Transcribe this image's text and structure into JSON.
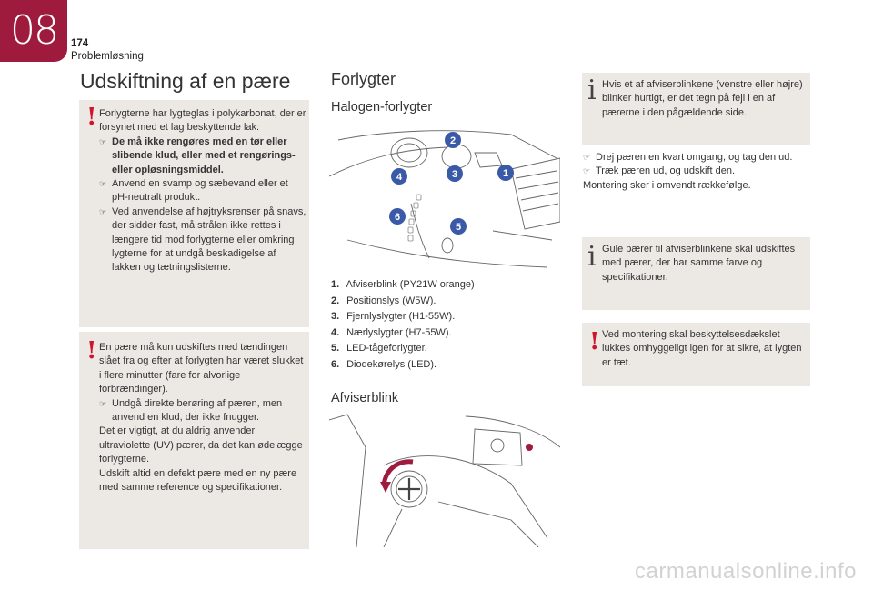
{
  "header": {
    "chapter": "08",
    "page_number": "174",
    "section": "Problemløsning"
  },
  "left": {
    "title": "Udskiftning af en pære",
    "warning1": {
      "intro": "Forlygterne har lygteglas i polykarbonat, der er forsynet med et lag beskyttende lak:",
      "bullet1": "De må ikke rengøres med en tør eller slibende klud, eller med et rengørings- eller opløsningsmiddel.",
      "bullet2": "Anvend en svamp og sæbevand eller et pH-neutralt produkt.",
      "bullet3": "Ved anvendelse af højtryksrenser på snavs, der sidder fast, må strålen ikke rettes i længere tid mod forlygterne eller omkring lygterne for at undgå beskadigelse af lakken og tætningslisterne."
    },
    "warning2": {
      "intro": "En pære må kun udskiftes med tændingen slået fra og efter at forlygten har været slukket i flere minutter (fare for alvorlige forbrændinger).",
      "bullet1": "Undgå direkte berøring af pæren, men anvend en klud, der ikke fnugger.",
      "para1": "Det er vigtigt, at du aldrig anvender ultraviolette (UV) pærer, da det kan ødelægge forlygterne.",
      "para2": "Udskift altid en defekt pære med en ny pære med samme reference og specifikationer."
    }
  },
  "middle": {
    "title": "Forlygter",
    "subtitle": "Halogen-forlygter",
    "items": [
      {
        "num": "1.",
        "text": "Afviserblink (PY21W orange)"
      },
      {
        "num": "2.",
        "text": "Positionslys (W5W)."
      },
      {
        "num": "3.",
        "text": "Fjernlyslygter (H1-55W)."
      },
      {
        "num": "4.",
        "text": "Nærlyslygter (H7-55W)."
      },
      {
        "num": "5.",
        "text": "LED-tågeforlygter."
      },
      {
        "num": "6.",
        "text": "Diodekørelys (LED)."
      }
    ],
    "afviser_title": "Afviserblink"
  },
  "right": {
    "info1": "Hvis et af afviserblinkene (venstre eller højre) blinker hurtigt, er det tegn på fejl i en af pærerne i den pågældende side.",
    "step1": "Drej pæren en kvart omgang, og tag den ud.",
    "step2": "Træk pæren ud, og udskift den.",
    "step3": "Montering sker i omvendt rækkefølge.",
    "info2": "Gule pærer til afviserblinkene skal udskiftes med pærer, der har samme farve og specifikationer.",
    "warning": "Ved montering skal beskyttelsesdækslet lukkes omhyggeligt igen for at sikre, at lygten er tæt."
  },
  "diagram_labels": [
    "1",
    "2",
    "3",
    "4",
    "5",
    "6"
  ],
  "icons": {
    "bullet": "pointing-hand-icon",
    "warning": "exclamation-icon",
    "info": "info-icon"
  },
  "colors": {
    "accent": "#9e1b3d",
    "callout": "#3a5aa8",
    "warning": "#d0142c",
    "box": "#ece9e5"
  },
  "watermark": "carmanualsonline.info"
}
